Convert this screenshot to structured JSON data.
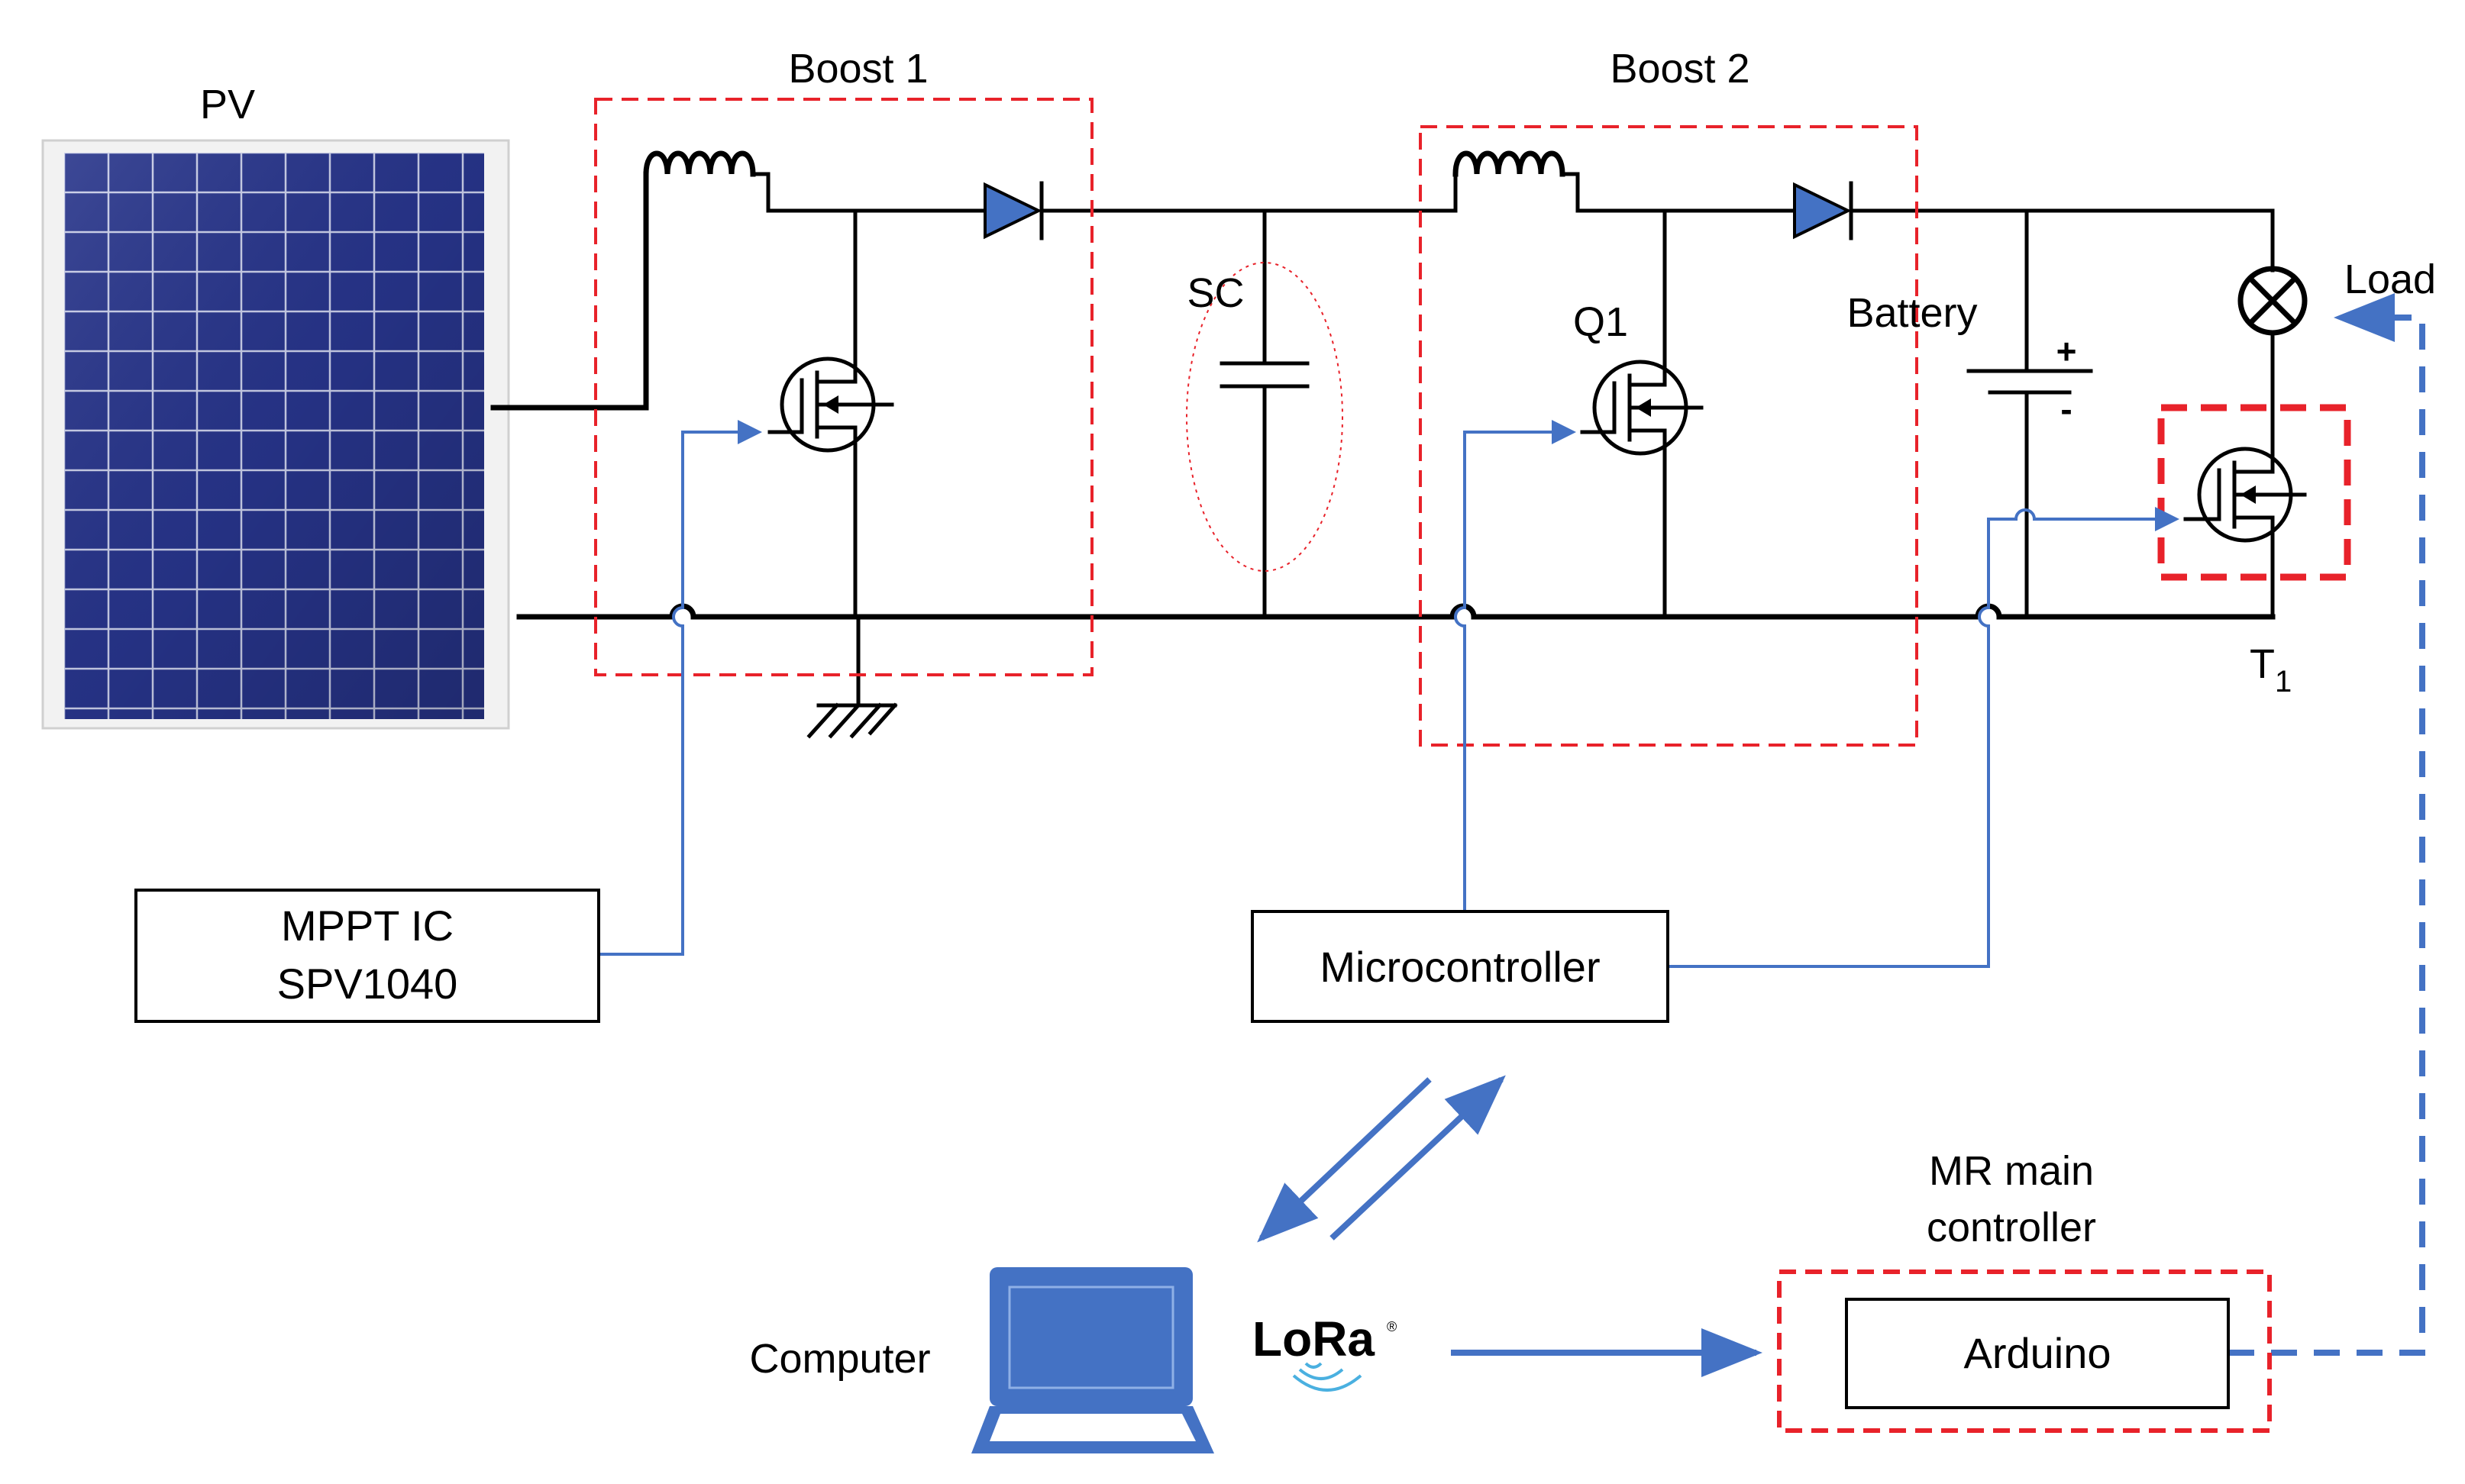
{
  "labels": {
    "pv": "PV",
    "boost1": "Boost 1",
    "boost2": "Boost 2",
    "sc": "SC",
    "q1": "Q1",
    "battery": "Battery",
    "plus": "+",
    "minus": "-",
    "load": "Load",
    "t1_main": "T",
    "t1_sub": "1",
    "mppt_line1": "MPPT IC",
    "mppt_line2": "SPV1040",
    "microcontroller": "Microcontroller",
    "computer": "Computer",
    "lora": "LoRa",
    "lora_mark": "®",
    "mr_line1": "MR main",
    "mr_line2": "controller",
    "arduino": "Arduino"
  },
  "colors": {
    "wire": "#000000",
    "signal": "#4472c4",
    "highlight": "#e8222a",
    "panel": "#23307a",
    "computer": "#4472c4"
  }
}
